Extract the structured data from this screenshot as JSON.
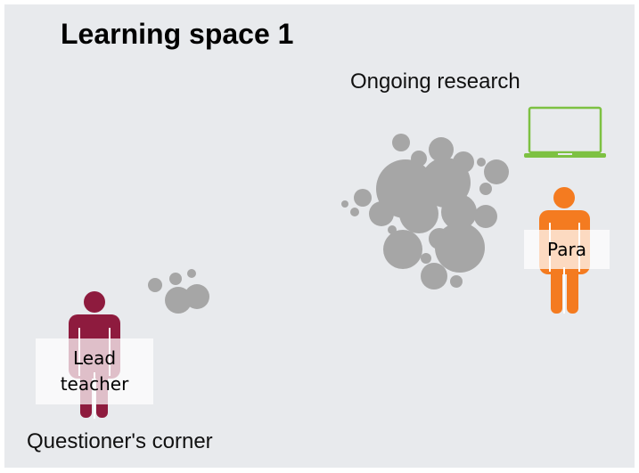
{
  "title": "Learning space 1",
  "labels": {
    "ongoing_research": "Ongoing research",
    "questioners_corner": "Questioner's corner"
  },
  "people": {
    "lead_teacher": {
      "line1": "Lead",
      "line2": "teacher",
      "color": "#8e1b3e"
    },
    "para": {
      "label": "Para",
      "color": "#f47b20"
    }
  },
  "icons": {
    "laptop": {
      "name": "laptop-icon",
      "color": "#7dc142"
    }
  },
  "colors": {
    "background": "#e8eaed",
    "bubbles": "#a6a6a6"
  }
}
